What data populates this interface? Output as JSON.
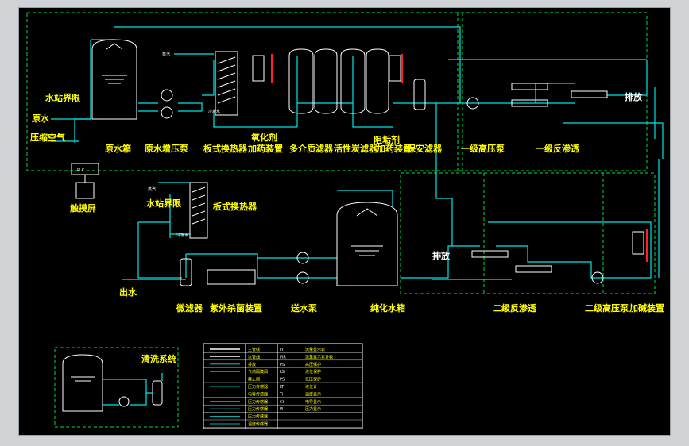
{
  "colors": {
    "background": "#000000",
    "pipe": "#00e5e5",
    "boundary": "#00dd44",
    "label": "#ffff00",
    "equipment": "#ffffff",
    "alarm": "#ff2020"
  },
  "labels": {
    "station_boundary_top": "水站界限",
    "raw_water": "原水",
    "compressed_air": "压缩空气",
    "raw_tank": "原水箱",
    "raw_pump": "原水增压泵",
    "plate_heat_exchanger_top": "板式换热器",
    "dosing_device_top": "加药装置",
    "reductant": "氧化剂",
    "scale_inhibitor": "阻垢剂",
    "multimedia_filter": "多介质滤器",
    "carbon_filter": "活性炭滤器",
    "dosing_device_mid": "加药装置",
    "security_filter": "保安滤器",
    "first_hp_pump": "一级高压泵",
    "first_ro": "一级反渗透",
    "drain_top": "排放",
    "plc": "PLC",
    "touch_screen": "触摸屏",
    "station_boundary_mid": "水站界限",
    "plate_heat_exchanger_mid": "板式换热器",
    "steam": "蒸汽",
    "condensate": "冷凝水",
    "steam_top": "蒸汽",
    "condensate_top": "冷凝水",
    "outlet_water": "出水",
    "micro_filter": "微滤器",
    "uv_sterilizer": "紫外杀菌装置",
    "supply_pump": "送水泵",
    "pure_tank": "纯化水箱",
    "drain_bottom": "排放",
    "second_ro": "二级反渗透",
    "second_hp_pump": "二级高压泵",
    "alkali_dosing": "加碱装置",
    "cleaning_system": "清洗系统"
  },
  "legend": {
    "rows": [
      {
        "left_name": "主管线",
        "code": "FI",
        "right_name": "流量显示表"
      },
      {
        "left_name": "次管线",
        "code": "FIR",
        "right_name": "流量显示累计表"
      },
      {
        "left_name": "排放",
        "code": "PS",
        "right_name": "高压保护"
      },
      {
        "left_name": "气动隔膜阀",
        "code": "LS",
        "right_name": "液位保护"
      },
      {
        "left_name": "截止阀",
        "code": "PS",
        "right_name": "低压保护"
      },
      {
        "left_name": "压力传感器",
        "code": "LT",
        "right_name": "液位计"
      },
      {
        "left_name": "电导传感器",
        "code": "TI",
        "right_name": "温度显示"
      },
      {
        "left_name": "压力传感器",
        "code": "CI",
        "right_name": "电导显示"
      },
      {
        "left_name": "压力传感器",
        "code": "PI",
        "right_name": "压力显示"
      },
      {
        "left_name": "压力传感器",
        "code": "",
        "right_name": ""
      },
      {
        "left_name": "温度传感器",
        "code": "",
        "right_name": ""
      }
    ]
  }
}
